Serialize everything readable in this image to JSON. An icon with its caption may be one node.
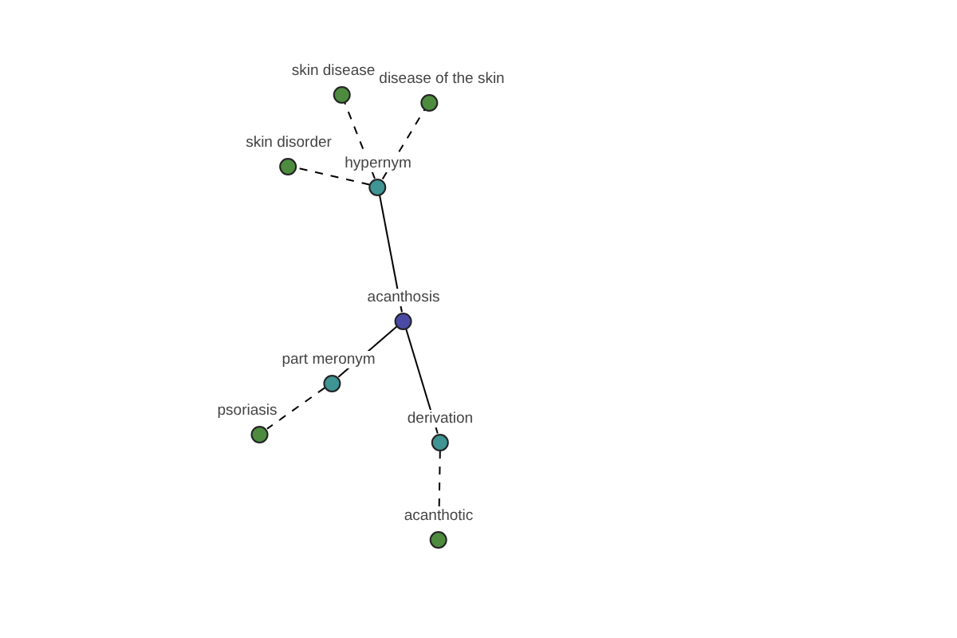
{
  "diagram": {
    "nodes": [
      {
        "text": [
          "acanthosis"
        ]
      },
      {
        "text": [
          "hypernym"
        ]
      },
      {
        "text": [
          "skin disease"
        ]
      },
      {
        "text": [
          "disease of the skin"
        ]
      },
      {
        "text": [
          "skin disorder"
        ]
      },
      {
        "text": [
          "part meronym"
        ]
      },
      {
        "text": [
          "psoriasis"
        ]
      },
      {
        "text": [
          "derivation"
        ]
      },
      {
        "text": [
          "acanthotic"
        ]
      }
    ],
    "edges": [
      {
        "from": 0,
        "to": 1,
        "arrow": "none"
      },
      {
        "from": 1,
        "to": 2,
        "arrow": "none",
        "style": "dashed"
      },
      {
        "from": 1,
        "to": 3,
        "arrow": "none",
        "style": "dashed"
      },
      {
        "from": 1,
        "to": 4,
        "arrow": "none",
        "style": "dashed"
      },
      {
        "from": 0,
        "to": 5,
        "arrow": "none"
      },
      {
        "from": 5,
        "to": 6,
        "arrow": "none",
        "style": "dashed"
      },
      {
        "from": 0,
        "to": 7,
        "arrow": "none"
      },
      {
        "from": 7,
        "to": 8,
        "arrow": "none",
        "style": "dashed"
      }
    ]
  }
}
